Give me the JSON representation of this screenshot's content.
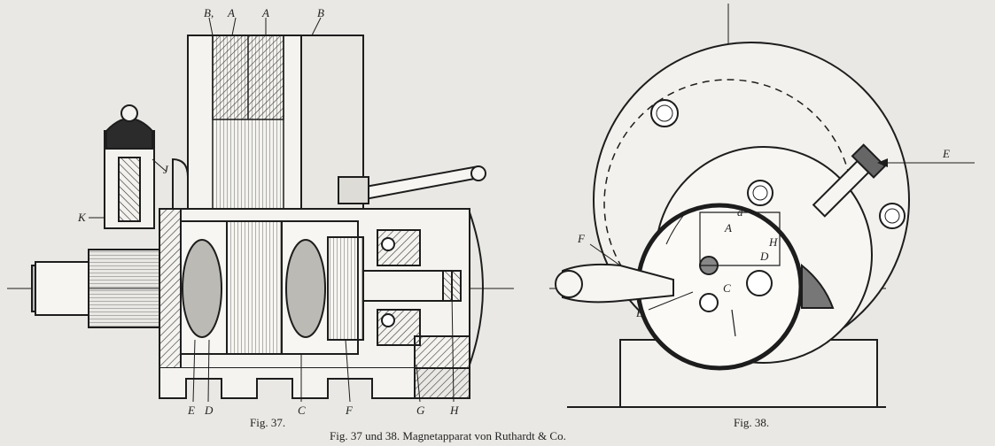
{
  "figure37": {
    "caption": "Fig. 37.",
    "labels": {
      "B1": "B,",
      "A1": "A",
      "A2": "A",
      "B2": "B",
      "J": "J",
      "K": "K",
      "E": "E",
      "D": "D",
      "C": "C",
      "F": "F",
      "G": "G",
      "H": "H"
    }
  },
  "figure38": {
    "caption": "Fig. 38.",
    "labels": {
      "E": "E",
      "F": "F",
      "B": "B",
      "A": "A",
      "H": "H",
      "D": "D",
      "C": "C",
      "a": "a"
    }
  },
  "main_caption": "Fig. 37 und 38.  Magnetapparat von Ruthardt & Co."
}
